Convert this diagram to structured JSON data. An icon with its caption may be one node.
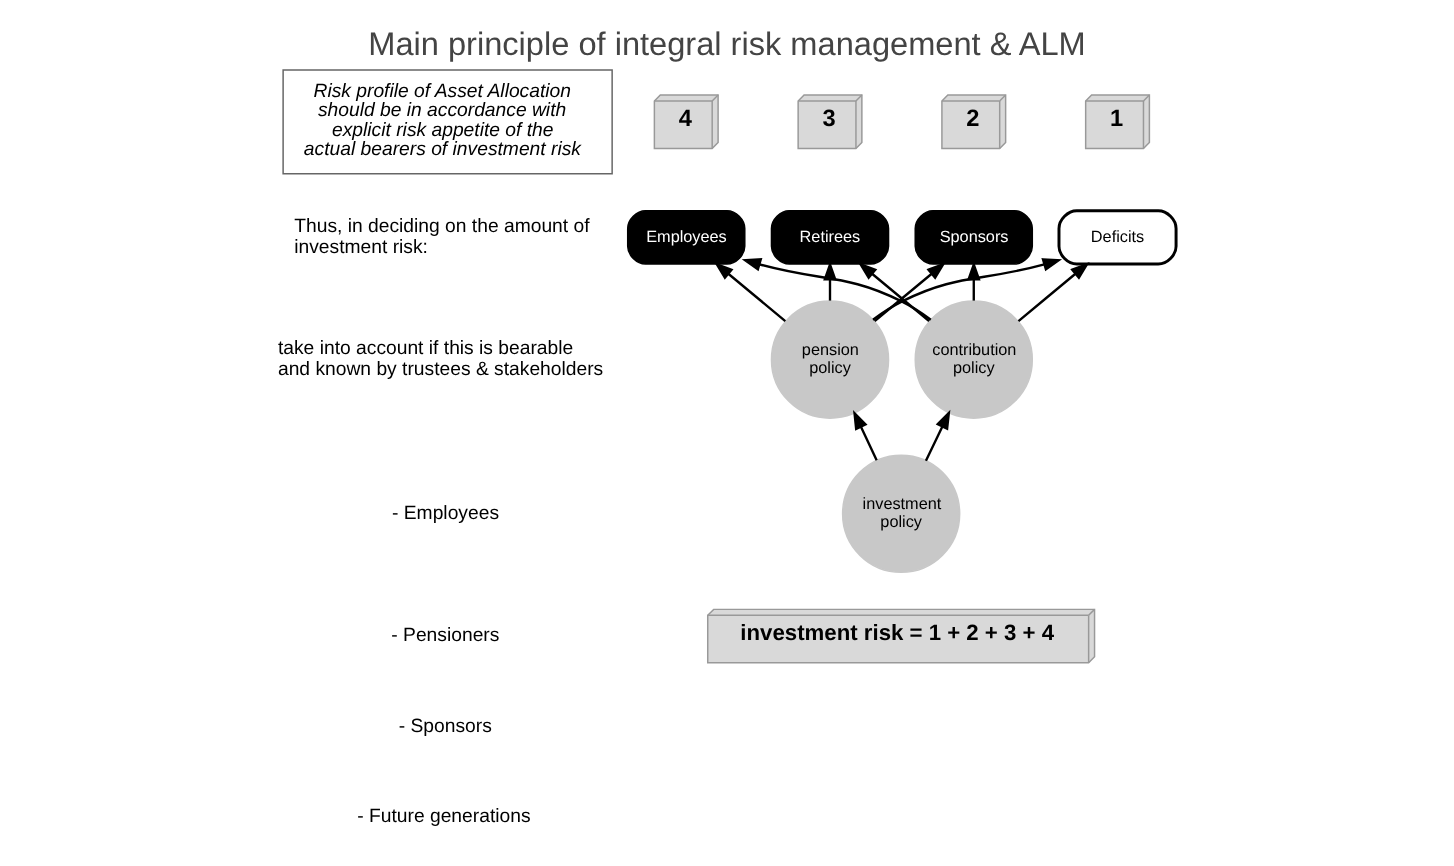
{
  "diagram": {
    "title": "Main principle of integral risk management & ALM",
    "nodes": [
      {
        "text": [
          "4"
        ]
      },
      {
        "text": [
          "3"
        ]
      },
      {
        "text": [
          "2"
        ]
      },
      {
        "text": [
          "1"
        ]
      },
      {
        "text": [
          "Employees"
        ]
      },
      {
        "text": [
          "Retirees"
        ]
      },
      {
        "text": [
          "Sponsors"
        ]
      },
      {
        "text": [
          "Deficits"
        ]
      },
      {
        "text": [
          "pension policy"
        ]
      },
      {
        "text": [
          "contribution policy"
        ]
      },
      {
        "text": [
          "investment policy"
        ]
      },
      {
        "text": [
          "investment risk = 1 + 2 + 3 + 4"
        ]
      },
      {
        "text": [
          "Risk profile of Asset Allocation should be in accordance with explicit risk appetite of the actual bearers of investment risk"
        ]
      }
    ],
    "edges": [
      {
        "from": 8,
        "to": 4,
        "arrow": "to"
      },
      {
        "from": 8,
        "to": 5,
        "arrow": "to"
      },
      {
        "from": 8,
        "to": 6,
        "arrow": "to"
      },
      {
        "from": 8,
        "to": 7,
        "arrow": "to"
      },
      {
        "from": 9,
        "to": 4,
        "arrow": "to"
      },
      {
        "from": 9,
        "to": 5,
        "arrow": "to"
      },
      {
        "from": 9,
        "to": 6,
        "arrow": "to"
      },
      {
        "from": 9,
        "to": 7,
        "arrow": "to"
      },
      {
        "from": 10,
        "to": 8,
        "arrow": "to"
      },
      {
        "from": 10,
        "to": 9,
        "arrow": "to"
      }
    ],
    "labels": [
      "Thus, in deciding on the amount of investment risk:",
      "take into account if this is bearable and known by trustees & stakeholders",
      "- Employees",
      "- Pensioners",
      "- Sponsors",
      "- Future generations"
    ]
  }
}
